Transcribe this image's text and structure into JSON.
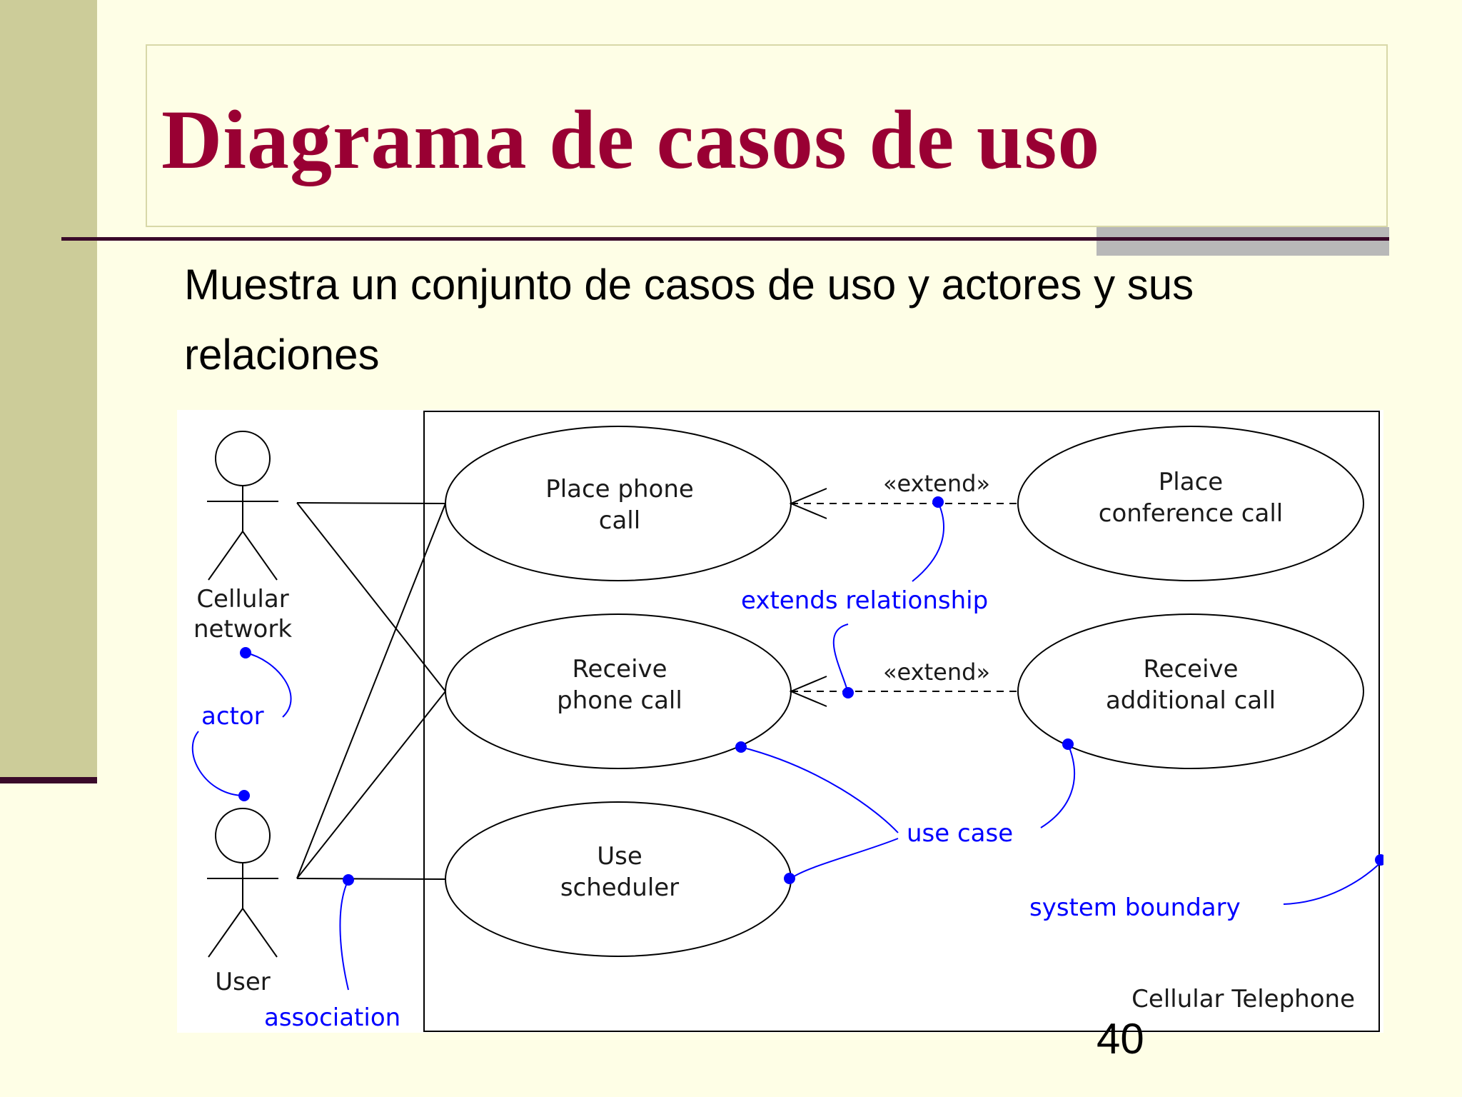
{
  "slide": {
    "title": "Diagrama de casos de uso",
    "subtitle": "Muestra un conjunto de casos de uso y actores y  sus relaciones",
    "page_number": "40"
  },
  "diagram": {
    "actors": {
      "cellular_network": [
        "Cellular",
        "network"
      ],
      "user": "User"
    },
    "use_cases": {
      "place_phone_call": [
        "Place phone",
        "call"
      ],
      "receive_phone_call": [
        "Receive",
        "phone call"
      ],
      "use_scheduler": [
        "Use",
        "scheduler"
      ],
      "place_conference_call": [
        "Place",
        "conference call"
      ],
      "receive_additional_call": [
        "Receive",
        "additional call"
      ]
    },
    "stereotypes": {
      "extend_top": "«extend»",
      "extend_middle": "«extend»"
    },
    "system_name": "Cellular Telephone",
    "annotations": {
      "extends_relationship": "extends relationship",
      "actor": "actor",
      "use_case": "use case",
      "system_boundary": "system boundary",
      "association": "association"
    }
  },
  "colors": {
    "background": "#fefee6",
    "title": "#990033",
    "annotation": "#0000ff",
    "left_band": "#cccc99"
  }
}
